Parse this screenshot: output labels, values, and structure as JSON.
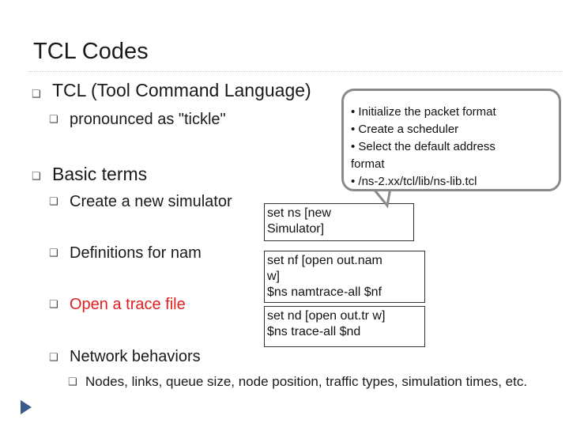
{
  "slide": {
    "title": "TCL Codes",
    "bullets": {
      "tcl_heading": "TCL (Tool Command Language)",
      "pronounced": "pronounced as \"tickle\"",
      "basic_terms": "Basic terms",
      "create_simulator": "Create a new simulator",
      "definitions_nam": "Definitions for nam",
      "open_trace": "Open a trace file",
      "network_behaviors": "Network behaviors",
      "network_detail": "Nodes, links, queue size, node position, traffic types, simulation times, etc."
    },
    "code": {
      "create_simulator": "set ns [new\nSimulator]",
      "nam_definition": "set nf [open out.nam\nw]\n$ns namtrace-all $nf",
      "trace_file": "set nd [open out.tr w]\n$ns trace-all $nd"
    },
    "callout": {
      "text": "• Initialize the packet format\n• Create a scheduler\n• Select the default address\nformat\n• /ns-2.xx/tcl/lib/ns-lib.tcl"
    }
  },
  "colors": {
    "highlight_text": "#e02020",
    "nav_arrow": "#3a5a8a",
    "callout_border": "#8a8a8a"
  }
}
